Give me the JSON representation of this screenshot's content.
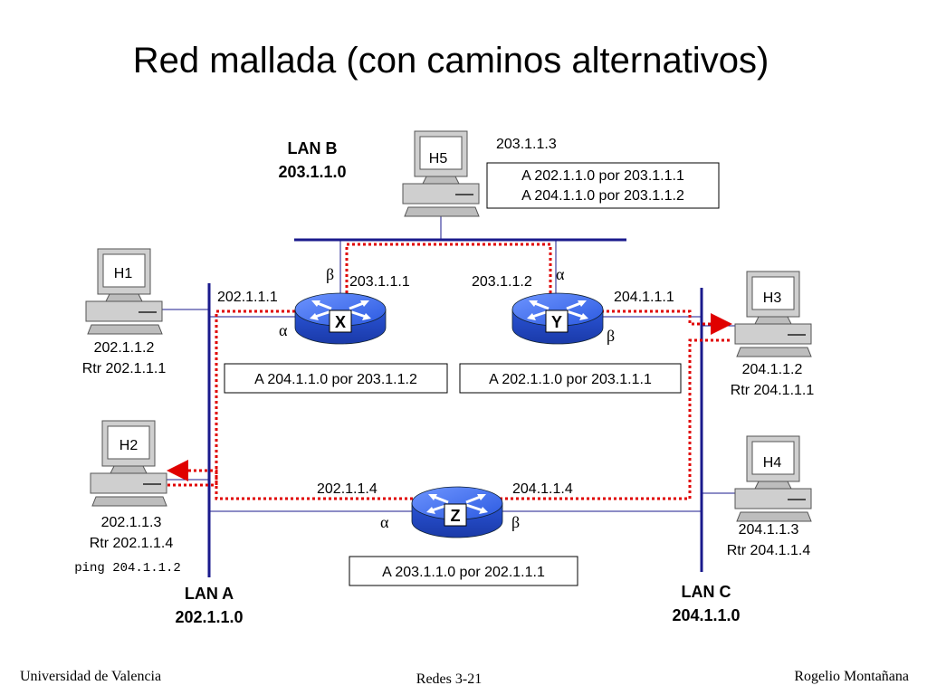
{
  "title": "Red mallada (con caminos alternativos)",
  "lans": {
    "a": {
      "name": "LAN A",
      "net": "202.1.1.0"
    },
    "b": {
      "name": "LAN B",
      "net": "203.1.1.0"
    },
    "c": {
      "name": "LAN C",
      "net": "204.1.1.0"
    }
  },
  "hosts": {
    "h1": {
      "name": "H1",
      "ip": "202.1.1.2",
      "gw": "Rtr 202.1.1.1"
    },
    "h2": {
      "name": "H2",
      "ip": "202.1.1.3",
      "gw": "Rtr 202.1.1.4",
      "cmd": "ping 204.1.1.2"
    },
    "h3": {
      "name": "H3",
      "ip": "204.1.1.2",
      "gw": "Rtr 204.1.1.1"
    },
    "h4": {
      "name": "H4",
      "ip": "204.1.1.3",
      "gw": "Rtr 204.1.1.4"
    },
    "h5": {
      "name": "H5",
      "ip": "203.1.1.3",
      "routes": [
        "A 202.1.1.0 por 203.1.1.1",
        "A 204.1.1.0 por 203.1.1.2"
      ]
    }
  },
  "routers": {
    "x": {
      "name": "X",
      "ip_lan_a": "202.1.1.1",
      "ip_lan_b": "203.1.1.1",
      "iface_lan_a": "α",
      "iface_lan_b": "β",
      "route": "A 204.1.1.0 por 203.1.1.2"
    },
    "y": {
      "name": "Y",
      "ip_lan_b": "203.1.1.2",
      "ip_lan_c": "204.1.1.1",
      "iface_lan_b": "α",
      "iface_lan_c": "β",
      "route": "A 202.1.1.0 por 203.1.1.1"
    },
    "z": {
      "name": "Z",
      "ip_lan_a": "202.1.1.4",
      "ip_lan_c": "204.1.1.4",
      "iface_lan_a": "α",
      "iface_lan_c": "β",
      "route": "A 203.1.1.0 por 202.1.1.1"
    }
  },
  "footer": {
    "left": "Universidad de Valencia",
    "center": "Redes 3-21",
    "right": "Rogelio Montañana"
  },
  "colors": {
    "network": "#1a1a8c",
    "path": "#e00000",
    "router": "#2b59e0"
  }
}
